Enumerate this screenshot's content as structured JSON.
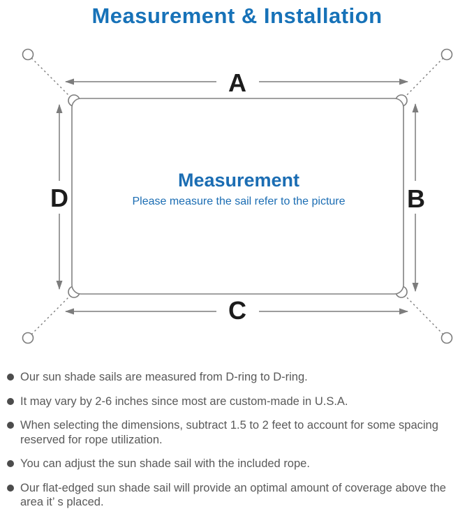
{
  "page": {
    "title": "Measurement & Installation"
  },
  "diagram": {
    "side_labels": {
      "top": "A",
      "right": "B",
      "bottom": "C",
      "left": "D"
    },
    "center": {
      "title": "Measurement",
      "subtitle": "Please measure the sail refer to the picture"
    }
  },
  "notes": [
    "Our sun shade sails are measured from D-ring to D-ring.",
    "It may vary by 2-6 inches since most are custom-made in U.S.A.",
    "When selecting the dimensions, subtract 1.5 to 2 feet to account for some spacing reserved for rope utilization.",
    "You can adjust the sun shade sail with the included rope.",
    "Our flat-edged sun shade sail will provide an optimal amount of coverage above the area it’ s placed."
  ],
  "colors": {
    "title_blue": "#1772b8",
    "diagram_text_blue": "#1b6db3",
    "line_gray": "#7c7c7c",
    "label_black": "#1c1c1c",
    "note_text_gray": "#595959",
    "bullet_dot_gray": "#4c4c4c"
  }
}
